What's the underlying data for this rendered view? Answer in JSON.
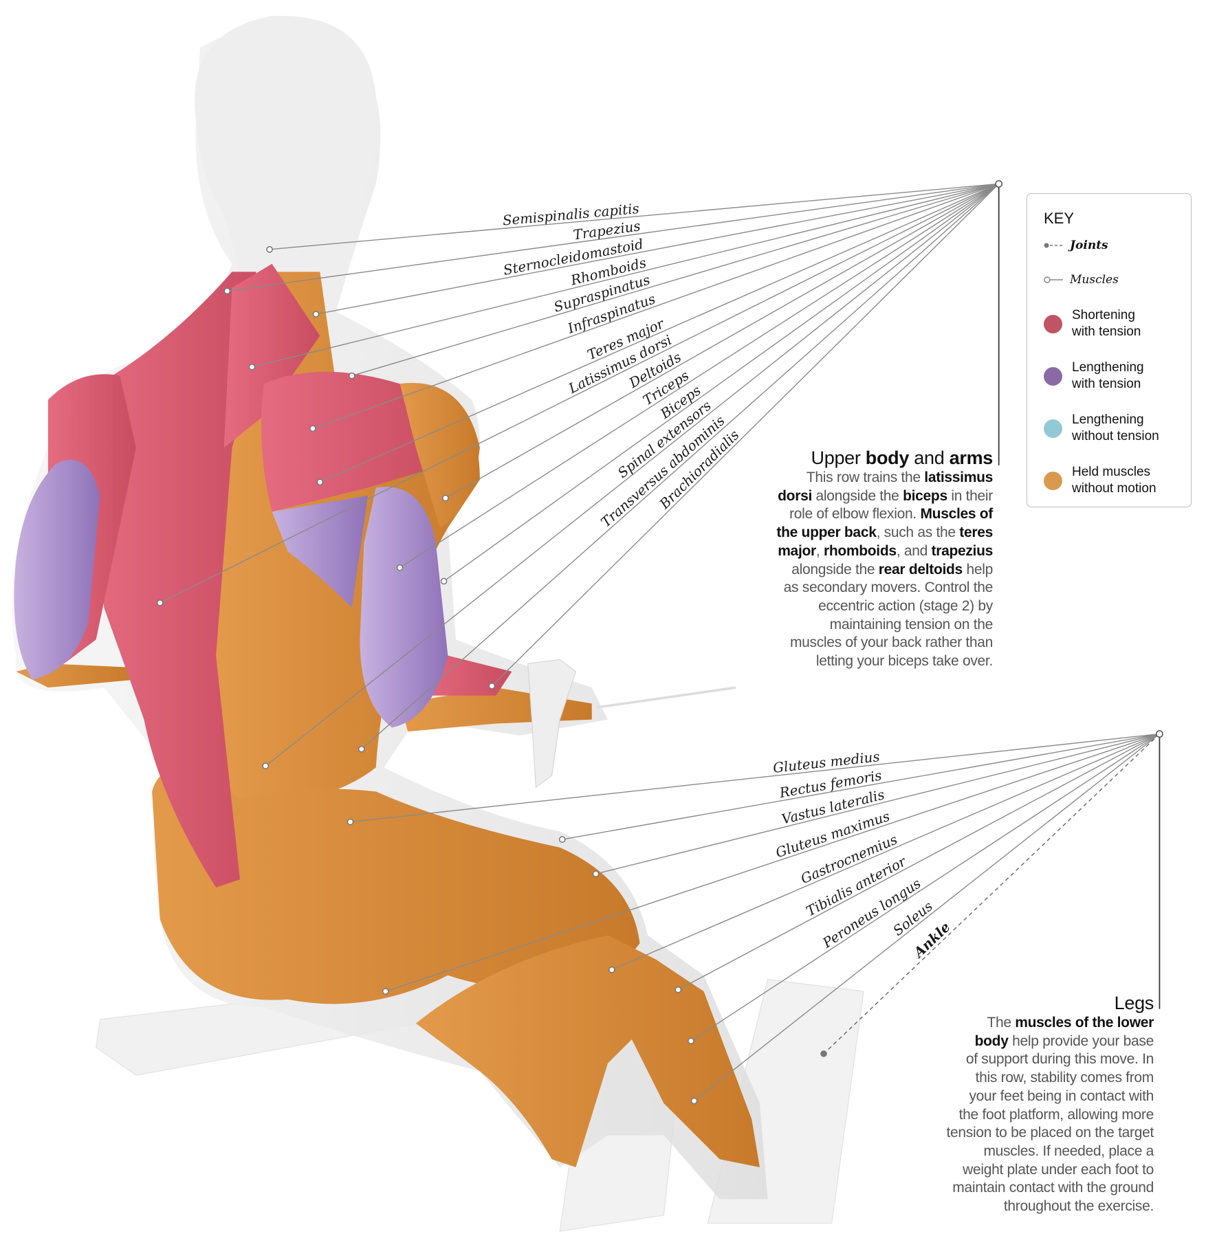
{
  "upper_labels": [
    "Semispinalis capitis",
    "Trapezius",
    "Sternocleidomastoid",
    "Rhomboids",
    "Supraspinatus",
    "Infraspinatus",
    "Teres major",
    "Latissimus dorsi",
    "Deltoids",
    "Triceps",
    "Biceps",
    "Spinal extensors",
    "Transversus abdominis",
    "Brachioradialis"
  ],
  "lower_labels": [
    "Gluteus medius",
    "Rectus femoris",
    "Vastus lateralis",
    "Gluteus maximus",
    "Gastrocnemius",
    "Tibialis anterior",
    "Peroneus longus",
    "Soleus",
    "Ankle"
  ],
  "upper_text": {
    "title": [
      {
        "t": "Upper ",
        "b": false
      },
      {
        "t": "body",
        "b": true
      },
      {
        "t": " and ",
        "b": false
      },
      {
        "t": "arms",
        "b": true
      }
    ],
    "lines": [
      [
        {
          "t": "This row trains the ",
          "b": false
        },
        {
          "t": "latissimus",
          "b": true
        }
      ],
      [
        {
          "t": "dorsi",
          "b": true
        },
        {
          "t": " alongside the ",
          "b": false
        },
        {
          "t": "biceps",
          "b": true
        },
        {
          "t": " in their",
          "b": false
        }
      ],
      [
        {
          "t": "role of elbow flexion. ",
          "b": false
        },
        {
          "t": "Muscles of",
          "b": true
        }
      ],
      [
        {
          "t": "the upper back",
          "b": true
        },
        {
          "t": ", such as the ",
          "b": false
        },
        {
          "t": "teres",
          "b": true
        }
      ],
      [
        {
          "t": "major",
          "b": true
        },
        {
          "t": ", ",
          "b": false
        },
        {
          "t": "rhomboids",
          "b": true
        },
        {
          "t": ", and ",
          "b": false
        },
        {
          "t": "trapezius",
          "b": true
        }
      ],
      [
        {
          "t": "alongside the ",
          "b": false
        },
        {
          "t": "rear deltoids",
          "b": true
        },
        {
          "t": " help",
          "b": false
        }
      ],
      [
        {
          "t": "as secondary movers. Control the",
          "b": false
        }
      ],
      [
        {
          "t": "eccentric action (stage 2) by",
          "b": false
        }
      ],
      [
        {
          "t": "maintaining tension on the",
          "b": false
        }
      ],
      [
        {
          "t": "muscles of your back rather than",
          "b": false
        }
      ],
      [
        {
          "t": "letting your biceps take over.",
          "b": false
        }
      ]
    ]
  },
  "lower_text": {
    "title": [
      {
        "t": "Legs",
        "b": false
      }
    ],
    "lines": [
      [
        {
          "t": "The ",
          "b": false
        },
        {
          "t": "muscles of the lower",
          "b": true
        }
      ],
      [
        {
          "t": "body",
          "b": true
        },
        {
          "t": " help provide your base",
          "b": false
        }
      ],
      [
        {
          "t": "of support during this move. In",
          "b": false
        }
      ],
      [
        {
          "t": "this row, stability comes from",
          "b": false
        }
      ],
      [
        {
          "t": "your feet being in contact with",
          "b": false
        }
      ],
      [
        {
          "t": "the foot platform, allowing more",
          "b": false
        }
      ],
      [
        {
          "t": "tension to be placed on the target",
          "b": false
        }
      ],
      [
        {
          "t": "muscles. If needed, place a",
          "b": false
        }
      ],
      [
        {
          "t": "weight plate under each foot to",
          "b": false
        }
      ],
      [
        {
          "t": "maintain contact with the ground",
          "b": false
        }
      ],
      [
        {
          "t": "throughout the exercise.",
          "b": false
        }
      ]
    ]
  },
  "key": {
    "title": "KEY",
    "joints": "Joints",
    "muscles": "Muscles",
    "items": [
      {
        "label1": "Shortening",
        "label2": "with tension",
        "color": "#c05463"
      },
      {
        "label1": "Lengthening",
        "label2": "with tension",
        "color": "#8a6aa6"
      },
      {
        "label1": "Lengthening",
        "label2": "without tension",
        "color": "#93c9d4"
      },
      {
        "label1": "Held muscles",
        "label2": "without motion",
        "color": "#d99a4e"
      }
    ]
  },
  "colors": {
    "shortening": "#d65a6e",
    "lengthening": "#a58bc8",
    "held": "#d98a35",
    "skin": "#ececec",
    "line": "#8a8a8a"
  }
}
